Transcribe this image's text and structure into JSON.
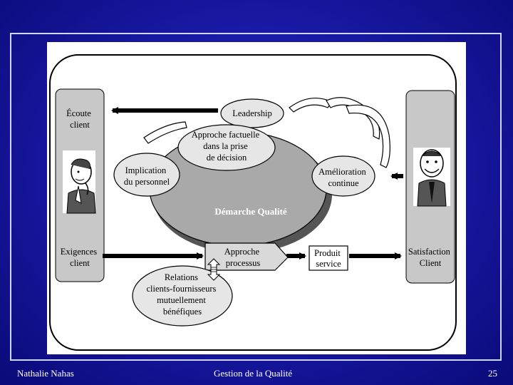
{
  "diagram": {
    "left_panel": {
      "top": [
        "Écoute",
        "client"
      ],
      "bottom": [
        "Exigences",
        "client"
      ]
    },
    "right_panel": {
      "bottom": [
        "Satisfaction",
        "Client"
      ]
    },
    "center_label": "Démarche Qualité",
    "nodes": {
      "leadership": [
        "Leadership"
      ],
      "approche_factuelle": [
        "Approche factuelle",
        "dans la prise",
        "de décision"
      ],
      "implication": [
        "Implication",
        "du personnel"
      ],
      "amelioration": [
        "Amélioration",
        "continue"
      ],
      "approche_processus": [
        "Approche",
        "processus"
      ],
      "produit": [
        "Produit",
        "service"
      ],
      "relations": [
        "Relations",
        "clients-fournisseurs",
        "mutuellement",
        "bénéfiques"
      ]
    }
  },
  "footer": {
    "author": "Nathalie Nahas",
    "title": "Gestion de la Qualité",
    "page": "25"
  }
}
